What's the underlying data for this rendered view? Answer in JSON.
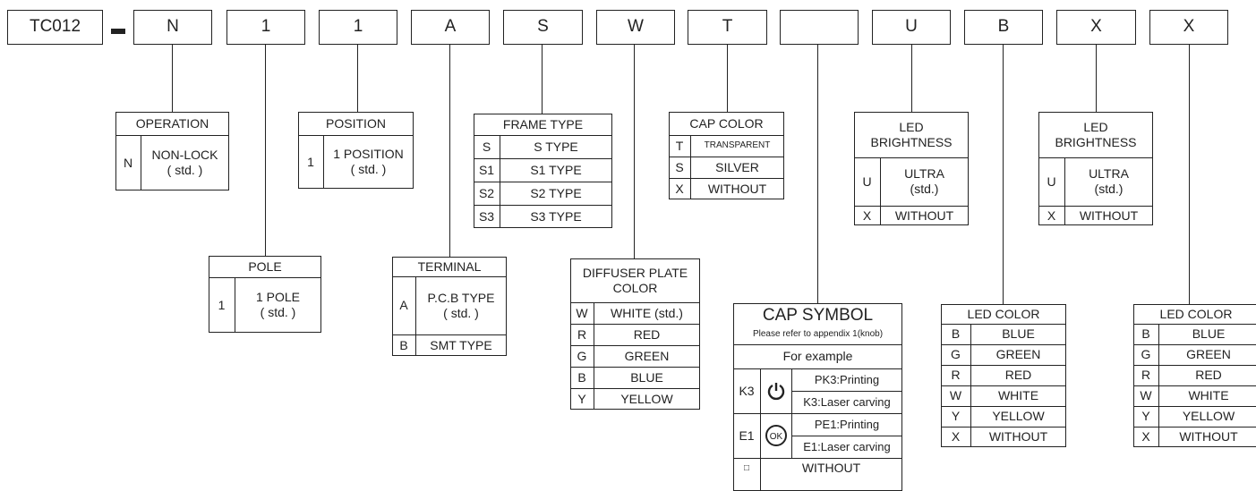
{
  "code": {
    "prefix": "TC012",
    "segments": [
      "N",
      "1",
      "1",
      "A",
      "S",
      "W",
      "T",
      "",
      "U",
      "B",
      "X",
      "X"
    ]
  },
  "operation": {
    "title": "OPERATION",
    "rows": [
      {
        "code": "N",
        "desc": "NON-LOCK\n( std. )"
      }
    ]
  },
  "pole": {
    "title": "POLE",
    "rows": [
      {
        "code": "1",
        "desc": "1  POLE\n( std. )"
      }
    ]
  },
  "position": {
    "title": "POSITION",
    "rows": [
      {
        "code": "1",
        "desc": "1 POSITION\n( std. )"
      }
    ]
  },
  "terminal": {
    "title": "TERMINAL",
    "rows": [
      {
        "code": "A",
        "desc": "P.C.B TYPE\n( std. )"
      },
      {
        "code": "B",
        "desc": "SMT TYPE"
      }
    ]
  },
  "frame_type": {
    "title": "FRAME  TYPE",
    "rows": [
      {
        "code": "S",
        "desc": "S TYPE"
      },
      {
        "code": "S1",
        "desc": "S1 TYPE"
      },
      {
        "code": "S2",
        "desc": "S2 TYPE"
      },
      {
        "code": "S3",
        "desc": "S3 TYPE"
      }
    ]
  },
  "diffuser": {
    "title": "DIFFUSER PLATE\nCOLOR",
    "rows": [
      {
        "code": "W",
        "desc": "WHITE  (std.)"
      },
      {
        "code": "R",
        "desc": "RED"
      },
      {
        "code": "G",
        "desc": "GREEN"
      },
      {
        "code": "B",
        "desc": "BLUE"
      },
      {
        "code": "Y",
        "desc": "YELLOW"
      }
    ]
  },
  "cap_color": {
    "title": "CAP  COLOR",
    "rows": [
      {
        "code": "T",
        "desc": "TRANSPARENT"
      },
      {
        "code": "S",
        "desc": "SILVER"
      },
      {
        "code": "X",
        "desc": "WITHOUT"
      }
    ]
  },
  "cap_symbol": {
    "title": "CAP SYMBOL",
    "note": "Please refer to appendix 1(knob)",
    "example": "For example",
    "rows": [
      {
        "code": "K3",
        "icon": "power-icon",
        "lines": [
          "PK3:Printing",
          "K3:Laser carving"
        ]
      },
      {
        "code": "E1",
        "icon": "ok-icon",
        "lines": [
          "PE1:Printing",
          "E1:Laser carving"
        ]
      }
    ],
    "without": {
      "code": "□",
      "desc": "WITHOUT"
    }
  },
  "led_brightness_1": {
    "title": "LED\nBRIGHTNESS",
    "rows": [
      {
        "code": "U",
        "desc": "ULTRA\n(std.)"
      },
      {
        "code": "X",
        "desc": "WITHOUT"
      }
    ]
  },
  "led_brightness_2": {
    "title": "LED\nBRIGHTNESS",
    "rows": [
      {
        "code": "U",
        "desc": "ULTRA\n(std.)"
      },
      {
        "code": "X",
        "desc": "WITHOUT"
      }
    ]
  },
  "led_color_1": {
    "title": "LED  COLOR",
    "rows": [
      {
        "code": "B",
        "desc": "BLUE"
      },
      {
        "code": "G",
        "desc": "GREEN"
      },
      {
        "code": "R",
        "desc": "RED"
      },
      {
        "code": "W",
        "desc": "WHITE"
      },
      {
        "code": "Y",
        "desc": "YELLOW"
      },
      {
        "code": "X",
        "desc": "WITHOUT"
      }
    ]
  },
  "led_color_2": {
    "title": "LED  COLOR",
    "rows": [
      {
        "code": "B",
        "desc": "BLUE"
      },
      {
        "code": "G",
        "desc": "GREEN"
      },
      {
        "code": "R",
        "desc": "RED"
      },
      {
        "code": "W",
        "desc": "WHITE"
      },
      {
        "code": "Y",
        "desc": "YELLOW"
      },
      {
        "code": "X",
        "desc": "WITHOUT"
      }
    ]
  }
}
